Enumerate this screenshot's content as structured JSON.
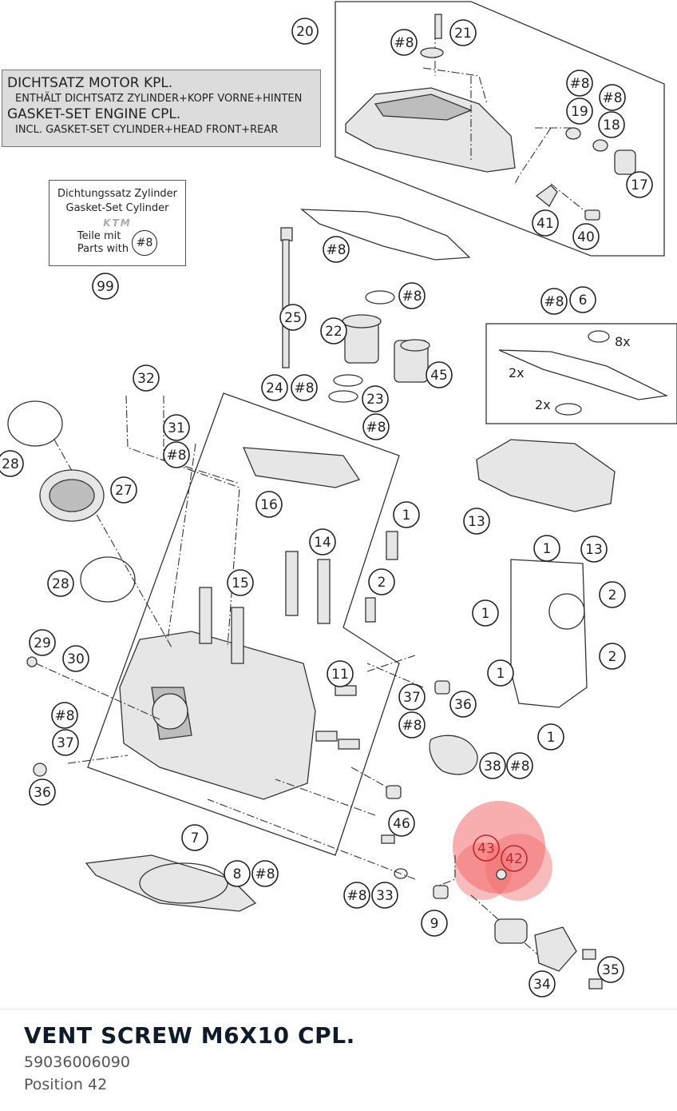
{
  "diagram": {
    "label_de_1": "DICHTSATZ MOTOR KPL.",
    "label_de_2": "ENTHÄLT DICHTSATZ ZYLINDER+KOPF VORNE+HINTEN",
    "label_en_1": "GASKET-SET ENGINE CPL.",
    "label_en_2": "INCL. GASKET-SET CYLINDER+HEAD FRONT+REAR",
    "kit_box": {
      "line1": "Dichtungssatz Zylinder",
      "line2": "Gasket-Set Cylinder",
      "logo": "KTM",
      "line3": "Teile mit",
      "line4": "Parts with",
      "ref": "#8"
    },
    "multipliers": {
      "m8x": "8x",
      "m2x_a": "2x",
      "m2x_b": "2x"
    },
    "highlight_color": "#f26b6b",
    "callouts": [
      {
        "id": "c20",
        "label": "20"
      },
      {
        "id": "c21",
        "label": "21"
      },
      {
        "id": "c8a",
        "label": "#8"
      },
      {
        "id": "c8b",
        "label": "#8"
      },
      {
        "id": "c8c",
        "label": "#8"
      },
      {
        "id": "c19",
        "label": "19"
      },
      {
        "id": "c18",
        "label": "18"
      },
      {
        "id": "c17",
        "label": "17"
      },
      {
        "id": "c41",
        "label": "41"
      },
      {
        "id": "c40",
        "label": "40"
      },
      {
        "id": "c8d",
        "label": "#8"
      },
      {
        "id": "c99",
        "label": "99"
      },
      {
        "id": "c8e",
        "label": "#8"
      },
      {
        "id": "c8f",
        "label": "#8"
      },
      {
        "id": "c6",
        "label": "6"
      },
      {
        "id": "c25",
        "label": "25"
      },
      {
        "id": "c22",
        "label": "22"
      },
      {
        "id": "c45",
        "label": "45"
      },
      {
        "id": "c32",
        "label": "32"
      },
      {
        "id": "c24",
        "label": "24"
      },
      {
        "id": "c8g",
        "label": "#8"
      },
      {
        "id": "c23",
        "label": "23"
      },
      {
        "id": "c8h",
        "label": "#8"
      },
      {
        "id": "c31",
        "label": "31"
      },
      {
        "id": "c8i",
        "label": "#8"
      },
      {
        "id": "c28a",
        "label": "28"
      },
      {
        "id": "c27",
        "label": "27"
      },
      {
        "id": "c16",
        "label": "16"
      },
      {
        "id": "c13a",
        "label": "13"
      },
      {
        "id": "c13b",
        "label": "13"
      },
      {
        "id": "c1a",
        "label": "1"
      },
      {
        "id": "c1b",
        "label": "1"
      },
      {
        "id": "c14",
        "label": "14"
      },
      {
        "id": "c28b",
        "label": "28"
      },
      {
        "id": "c15",
        "label": "15"
      },
      {
        "id": "c2a",
        "label": "2"
      },
      {
        "id": "c1c",
        "label": "1"
      },
      {
        "id": "c2b",
        "label": "2"
      },
      {
        "id": "c2c",
        "label": "2"
      },
      {
        "id": "c29",
        "label": "29"
      },
      {
        "id": "c30",
        "label": "30"
      },
      {
        "id": "c11",
        "label": "11"
      },
      {
        "id": "c1d",
        "label": "1"
      },
      {
        "id": "c37a",
        "label": "37"
      },
      {
        "id": "c36a",
        "label": "36"
      },
      {
        "id": "c8j",
        "label": "#8"
      },
      {
        "id": "c8k",
        "label": "#8"
      },
      {
        "id": "c1e",
        "label": "1"
      },
      {
        "id": "c37b",
        "label": "37"
      },
      {
        "id": "c38",
        "label": "38"
      },
      {
        "id": "c8l",
        "label": "#8"
      },
      {
        "id": "c36b",
        "label": "36"
      },
      {
        "id": "c46",
        "label": "46"
      },
      {
        "id": "c7",
        "label": "7"
      },
      {
        "id": "c43",
        "label": "43"
      },
      {
        "id": "c42",
        "label": "42"
      },
      {
        "id": "c8",
        "label": "8"
      },
      {
        "id": "c8m",
        "label": "#8"
      },
      {
        "id": "c8n",
        "label": "#8"
      },
      {
        "id": "c33",
        "label": "33"
      },
      {
        "id": "c9",
        "label": "9"
      },
      {
        "id": "c35",
        "label": "35"
      },
      {
        "id": "c34",
        "label": "34"
      }
    ]
  },
  "part": {
    "title": "VENT SCREW M6X10 CPL.",
    "number": "59036006090",
    "position": "Position 42"
  }
}
